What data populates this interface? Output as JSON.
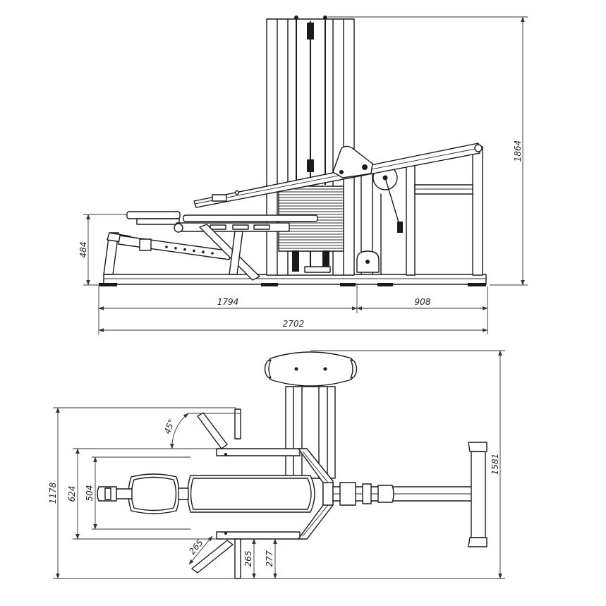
{
  "side_view": {
    "dimensions": {
      "overall_height": "1864",
      "seat_height": "484",
      "front_length": "1794",
      "rear_length": "908",
      "total_length": "2702"
    }
  },
  "top_view": {
    "dimensions": {
      "total_width": "1581",
      "frame_width": "1178",
      "rail_width": "624",
      "pad_width": "504",
      "handle_length": "265",
      "handle_offset": "265",
      "foot_offset": "277",
      "handle_angle": "45°"
    }
  }
}
